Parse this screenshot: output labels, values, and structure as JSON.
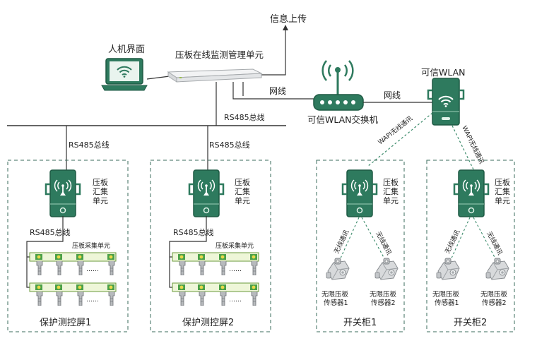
{
  "labels": {
    "info_upload": "信息上传",
    "hmi": "人机界面",
    "management_unit": "压板在线监测管理单元",
    "network_line_1": "网线",
    "network_line_2": "网线",
    "trusted_wlan": "可信WLAN",
    "wlan_switch": "可信WLAN交换机",
    "rs485_main": "RS485总线",
    "rs485_drop_1": "RS485总线",
    "rs485_drop_2": "RS485总线",
    "rs485_inner_1": "RS485总线",
    "rs485_inner_2": "RS485总线",
    "wapi_link_1": "WAPI无线通讯",
    "wapi_link_2": "WAPI无线通讯",
    "aggregation_unit_1": [
      "压板",
      "汇集",
      "单元"
    ],
    "aggregation_unit_2": [
      "压板",
      "汇集",
      "单元"
    ],
    "aggregation_unit_3": [
      "压板",
      "汇集",
      "单元"
    ],
    "aggregation_unit_4": [
      "压板",
      "汇集",
      "单元"
    ],
    "collection_unit_1": "压板采集单元",
    "collection_unit_2": "压板采集单元",
    "wireless_comm": "无线通讯",
    "sensor_1": [
      "无限压板",
      "传感器1"
    ],
    "sensor_2": [
      "无限压板",
      "传感器2"
    ],
    "group_1": "保护测控屏1",
    "group_2": "保护测控屏2",
    "group_3": "开关柜1",
    "group_4": "开关柜2",
    "dots": "……"
  },
  "colors": {
    "device_green": "#2e7a5e",
    "device_border": "#1e5a44",
    "dashed_border": "#3a6b5b",
    "line": "#333333",
    "wapi_line": "#3a8a6a",
    "strip_fill": "#eef6d8",
    "strip_border": "#6a9a3a",
    "terminal_yellow": "#e8d84a",
    "terminal_green": "#4aa048"
  },
  "icons": {
    "hmi": "laptop-wifi-icon",
    "management_unit": "rack-server-icon",
    "switch": "wifi-router-icon",
    "trusted_wlan": "wifi-terminal-icon",
    "aggregation": "antenna-box-icon",
    "sensor": "wireless-sensor-icon"
  }
}
